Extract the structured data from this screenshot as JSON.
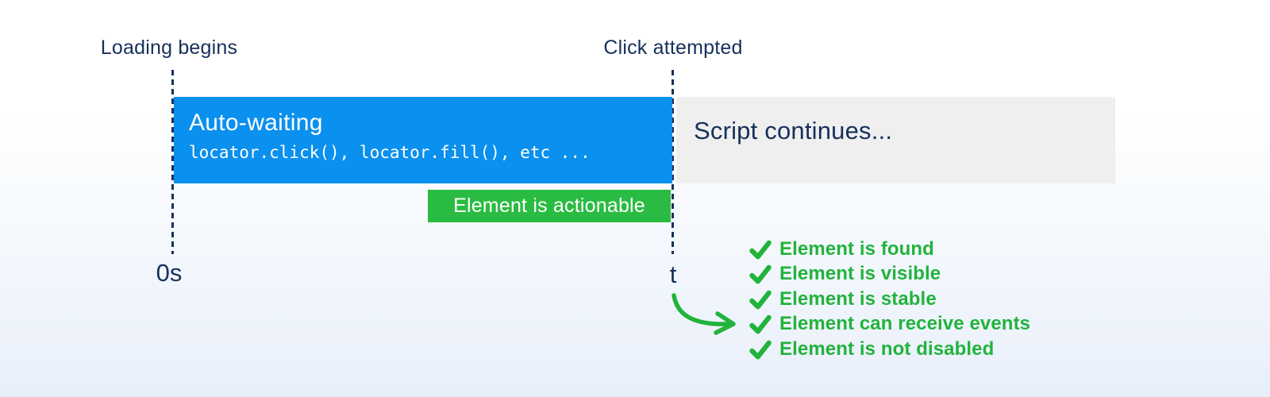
{
  "timeline": {
    "loading_label": "Loading begins",
    "click_label": "Click attempted",
    "origin_label": "0s",
    "t_label": "t"
  },
  "autowait_bar": {
    "title": "Auto-waiting",
    "code": "locator.click(), locator.fill(), etc ...",
    "color": "#0a90ee",
    "text_color": "#ffffff"
  },
  "script_bar": {
    "label": "Script continues...",
    "color": "#efefef",
    "text_color": "#16305a"
  },
  "badge": {
    "label": "Element is actionable",
    "color": "#2abc42",
    "text_color": "#ffffff"
  },
  "checklist": {
    "color": "#22b33c",
    "items": [
      {
        "label": "Element is found"
      },
      {
        "label": "Element is visible"
      },
      {
        "label": "Element is stable"
      },
      {
        "label": "Element can receive events"
      },
      {
        "label": "Element is not disabled"
      }
    ]
  },
  "icons": {
    "check": "check-icon",
    "arrow": "curved-arrow-icon"
  },
  "colors": {
    "navy_text": "#16305a",
    "dashed_line": "#16325c",
    "background_top": "#ffffff",
    "background_bottom": "#e9effa"
  }
}
